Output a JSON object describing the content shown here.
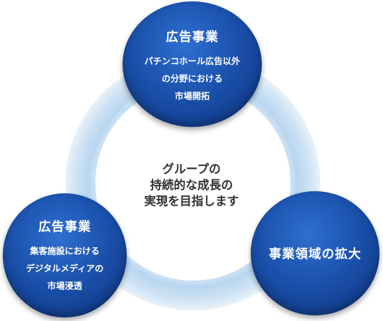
{
  "diagram": {
    "center": {
      "lines": [
        "グループの",
        "持続的な成長の",
        "実現を目指します"
      ]
    },
    "top": {
      "title": "広告事業",
      "lines": [
        "パチンコホール広告以外",
        "の分野における",
        "市場開拓"
      ]
    },
    "left": {
      "title": "広告事業",
      "lines": [
        "集客施設における",
        "デジタルメディアの",
        "市場浸透"
      ]
    },
    "right": {
      "title": "事業領域の拡大"
    },
    "colors": {
      "ring_outer": "#d7e8f6",
      "ring_mid": "#c2dcf2",
      "ring_inner": "#e9f3fb",
      "circle": "#1b52ad",
      "center_text": "#333333"
    }
  }
}
